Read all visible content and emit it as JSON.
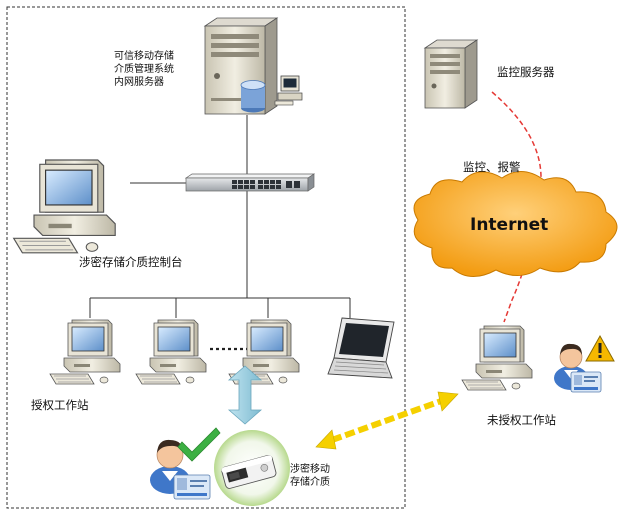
{
  "labels": {
    "server_name_line1": "可信移动存储",
    "server_name_line2": "介质管理系统",
    "server_name_line3": "内网服务器",
    "monitor_server": "监控服务器",
    "monitor_alarm": "监控、报警",
    "internet": "Internet",
    "control_console": "涉密存储介质控制台",
    "authorized_workstation": "授权工作站",
    "unauthorized_workstation": "未授权工作站",
    "media_line1": "涉密移动",
    "media_line2": "存储介质"
  },
  "colors": {
    "internet_cloud": "#f5a623",
    "monitor_link": "#e53935",
    "transfer_arrow": "#f5d000",
    "check_mark": "#3cb043",
    "warning": "#f5b800",
    "vertical_arrow": "#a8d8e8"
  }
}
